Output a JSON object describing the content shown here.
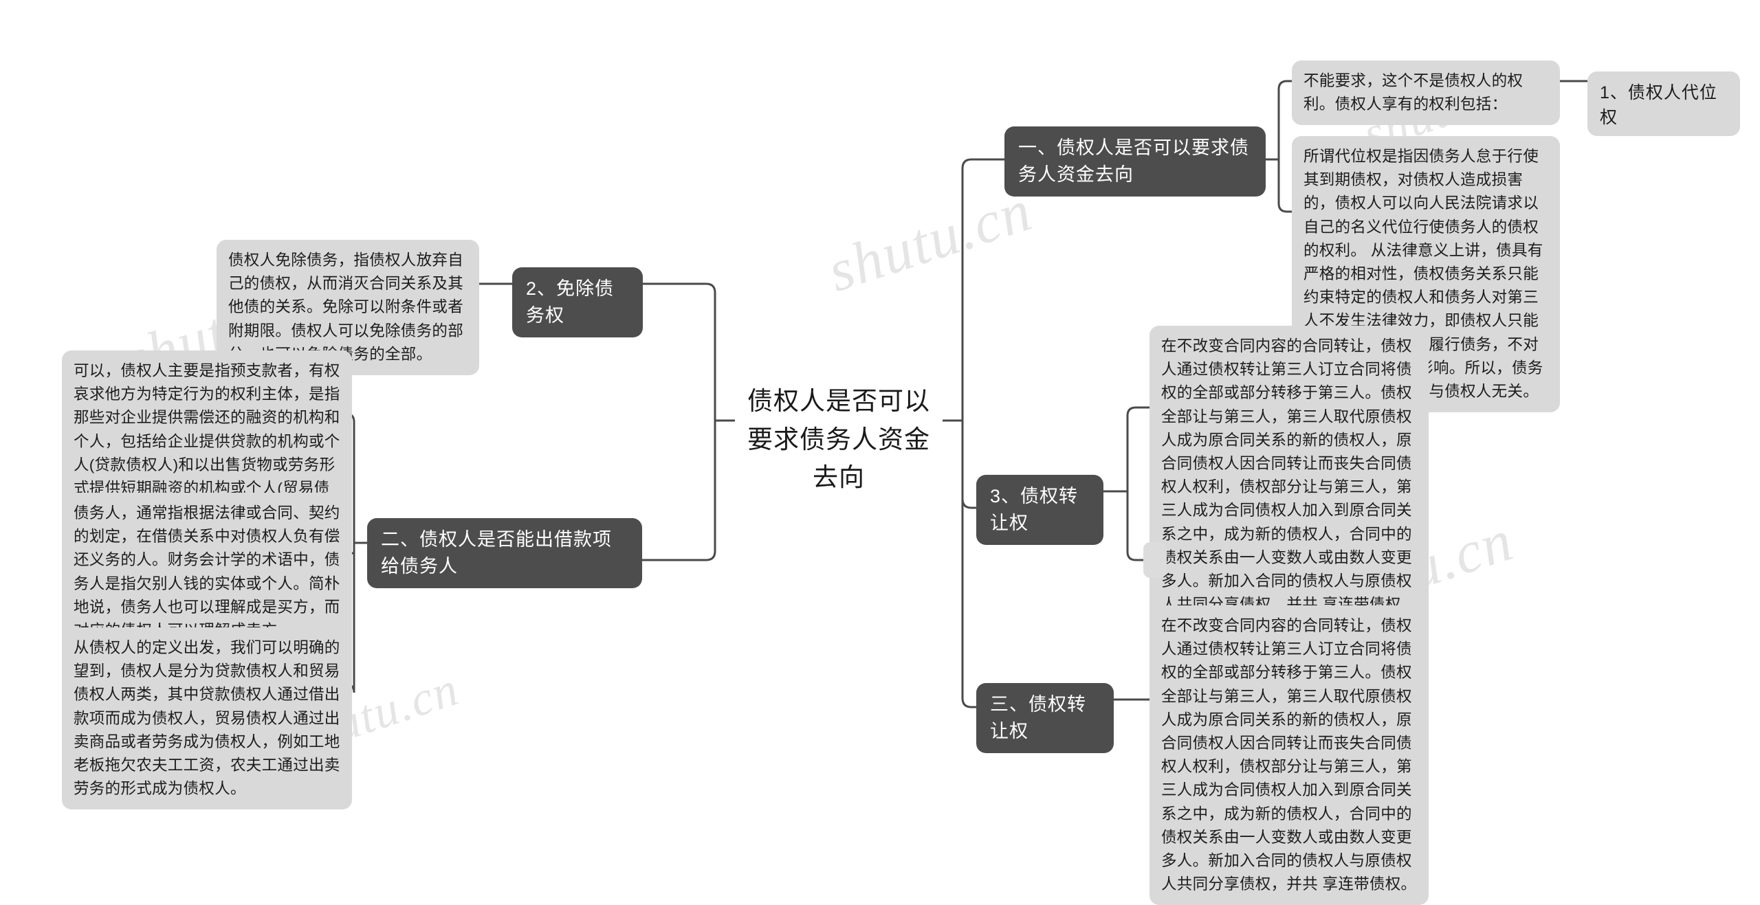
{
  "title": "债权人是否可以要求债务人资金去向",
  "watermark": "shutu.cn",
  "center": {
    "label": "债权人是否可以要求债务人资金去向"
  },
  "right": {
    "branch1": {
      "label": "一、债权人是否可以要求债务人资金去向",
      "detail_1": "不能要求，这个不是债权人的权利。债权人享有的权利包括：",
      "detail_1_child": "1、债权人代位权",
      "detail_2": "所谓代位权是指因债务人怠于行使其到期债权，对债权人造成损害的，债权人可以向人民法院请求以自己的名义代位行使债务人的债权的权利。 从法律意义上讲，债具有严格的相对性，债权债务关系只能约束特定的债权人和债务人对第三人不发生法律效力，即债权人只能要求特定的债务人履行债务，不对其 他人产生任何影响。所以，债务人同第三人的关系与债权人无关。"
    },
    "branch2": {
      "label": "3、债权转让权",
      "detail": "在不改变合同内容的合同转让，债权人通过债权转让第三人订立合同将债权的全部或部分转移于第三人。债权全部让与第三人，第三人取代原债权人成为原合同关系的新的债权人，原合同债权人因合同转让而丧失合同债权人权利，债权部分让与第三人，第三人成为合同债权人加入到原合同关系之中，成为新的债权人，合同中的债权关系由一人变数人或由数人变更多人。新加入合同的债权人与原债权人共同分享债权，并共 享连带债权。",
      "blank_node": ""
    },
    "branch3": {
      "label": "三、债权转让权",
      "detail": "在不改变合同内容的合同转让，债权人通过债权转让第三人订立合同将债权的全部或部分转移于第三人。债权全部让与第三人，第三人取代原债权人成为原合同关系的新的债权人，原合同债权人因合同转让而丧失合同债权人权利，债权部分让与第三人，第三人成为合同债权人加入到原合同关系之中，成为新的债权人，合同中的债权关系由一人变数人或由数人变更多人。新加入合同的债权人与原债权人共同分享债权，并共 享连带债权。"
    }
  },
  "left": {
    "branch1": {
      "label": "2、免除债务权",
      "detail": "债权人免除债务，指债权人放弃自己的债权，从而消灭合同关系及其他债的关系。免除可以附条件或者附期限。债权人可以免除债务的部分，也可以免除债务的全部。"
    },
    "branch2": {
      "label": "二、债权人是否能出借款项给债务人",
      "detail_1": "可以，债权人主要是指预支款者，有权哀求他方为特定行为的权利主体，是指那些对企业提供需偿还的融资的机构和个人，包括给企业提供贷款的机构或个人(贷款债权人)和以出售货物或劳务形式提供短期融资的机构或个人(贸易债权人)。",
      "detail_2": "债务人，通常指根据法律或合同、契约的划定，在借债关系中对债权人负有偿还义务的人。财务会计学的术语中，债务人是指欠别人钱的实体或个人。简朴地说，债务人也可以理解成是买方，而对应的债权人可以理解成卖方。",
      "detail_3": "从债权人的定义出发，我们可以明确的望到，债权人是分为贷款债权人和贸易债权人两类，其中贷款债权人通过借出款项而成为债权人，贸易债权人通过出卖商品或者劳务成为债权人，例如工地老板拖欠农夫工工资，农夫工通过出卖劳务的形式成为债权人。"
    }
  },
  "colors": {
    "node_dark": "#4d4d4d",
    "node_light": "#d9d9d9",
    "connector": "#4a4a4a",
    "text_dark": "#1c1c1c",
    "text_light": "#ffffff"
  }
}
